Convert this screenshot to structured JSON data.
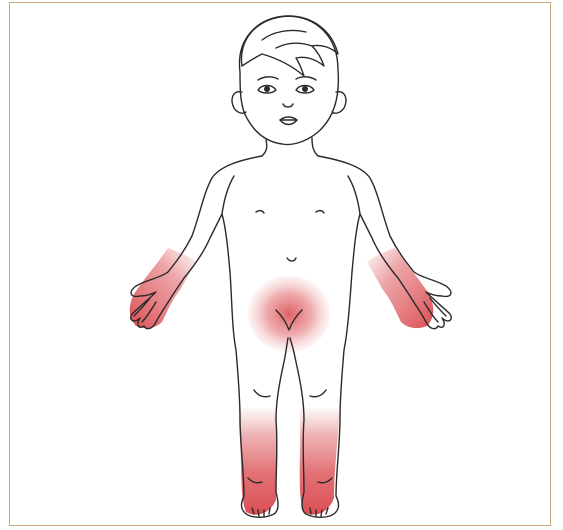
{
  "figure": {
    "subject": "child-body-outline",
    "outline_color": "#2a2a2a",
    "frame_color": "#c9a77a",
    "highlight_color": "#d9454a",
    "highlighted_regions": [
      "left-forearm-hand",
      "right-forearm-hand",
      "groin",
      "left-lower-leg-foot",
      "right-lower-leg-foot"
    ]
  }
}
